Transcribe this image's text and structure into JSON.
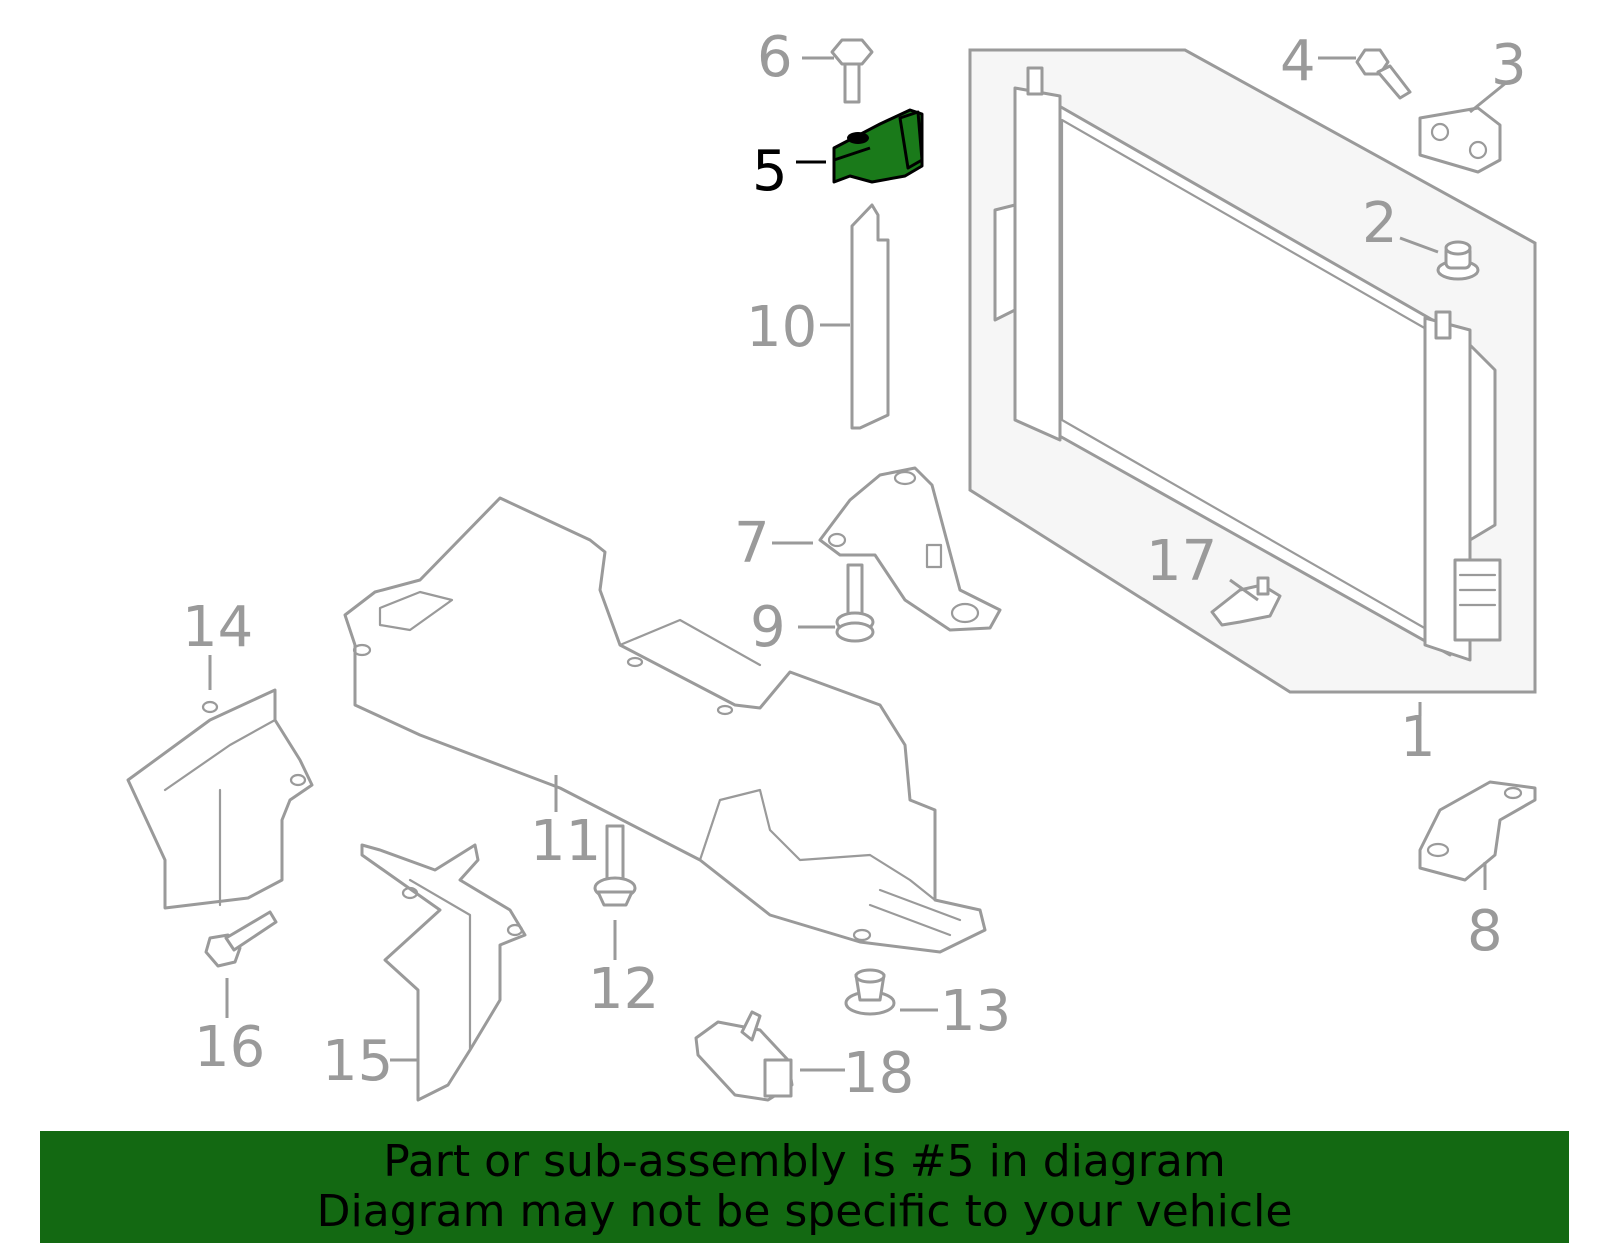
{
  "callouts": {
    "c1": "1",
    "c2": "2",
    "c3": "3",
    "c4": "4",
    "c5": "5",
    "c6": "6",
    "c7": "7",
    "c8": "8",
    "c9": "9",
    "c10": "10",
    "c11": "11",
    "c12": "12",
    "c13": "13",
    "c14": "14",
    "c15": "15",
    "c16": "16",
    "c17": "17",
    "c18": "18"
  },
  "highlighted_part": "5",
  "banner": {
    "line1": "Part or sub-assembly is #5 in diagram",
    "line2": "Diagram may not be specific to your vehicle"
  },
  "colors": {
    "highlight": "#1a7a1a",
    "banner_background": "#136912",
    "part_outline": "#9a9a9a"
  }
}
